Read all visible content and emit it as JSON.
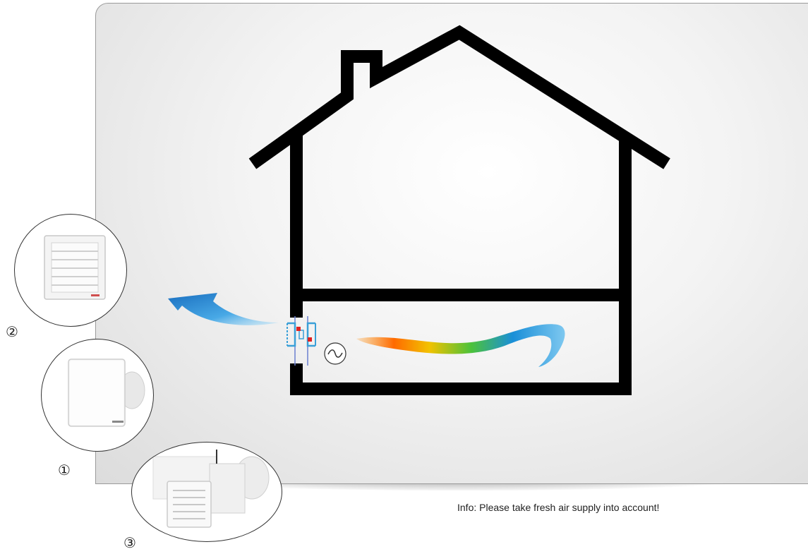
{
  "labels": {
    "item1": "①",
    "item2": "②",
    "item3": "③"
  },
  "info_text": "Info: Please take fresh air supply into account!",
  "icons": {
    "fan_symbol": "sine-wave-icon",
    "arrow": "curved-blue-arrow-icon",
    "airflow": "rainbow-airflow-swoosh"
  },
  "colors": {
    "house_outline": "#000000",
    "arrow_blue": "#2f8fd6",
    "valve_blue": "#3aa0d8",
    "valve_red": "#e02020"
  }
}
